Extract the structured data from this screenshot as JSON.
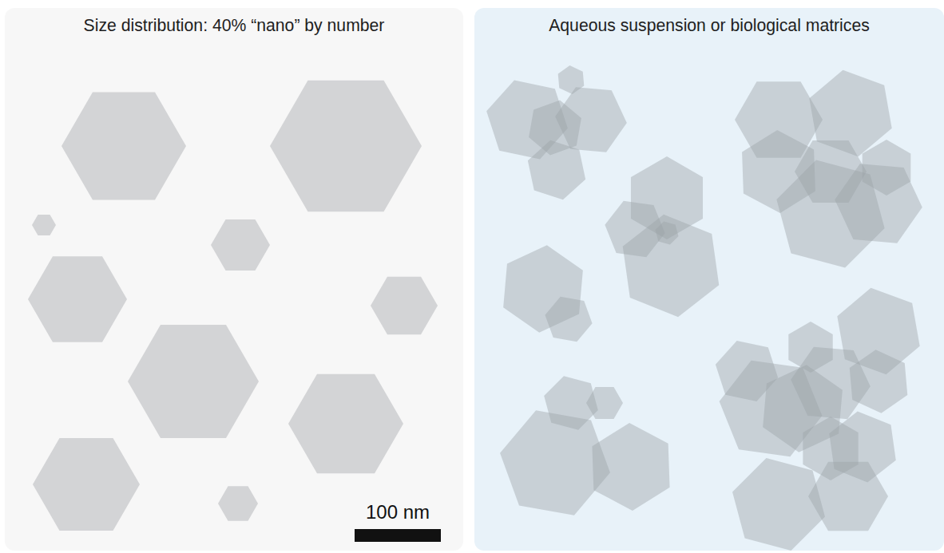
{
  "diagram": {
    "nodes": [
      {
        "text": [
          "Size distribution: 40% “nano” by number"
        ]
      },
      {
        "text": [
          "Aqueous suspension or biological matrices"
        ]
      }
    ],
    "labels": [
      "100 nm"
    ]
  }
}
